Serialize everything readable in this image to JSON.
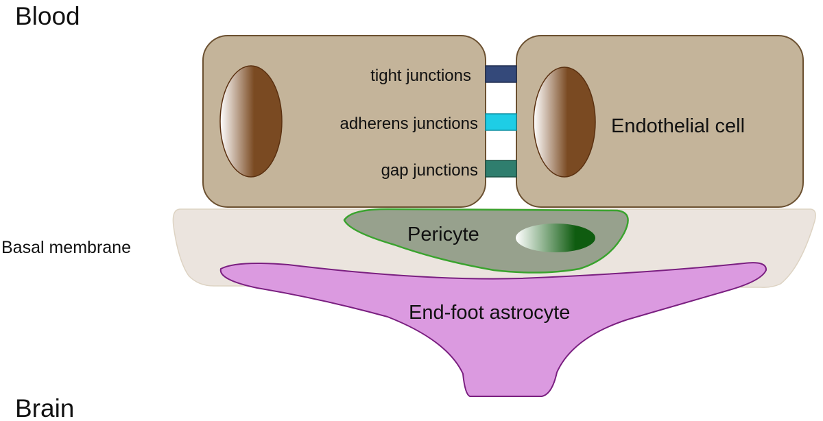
{
  "labels": {
    "blood": "Blood",
    "brain": "Brain",
    "basal_membrane": "Basal membrane",
    "tight_junctions": "tight junctions",
    "adherens_junctions": "adherens junctions",
    "gap_junctions": "gap junctions",
    "endothelial_cell": "Endothelial cell",
    "pericyte": "Pericyte",
    "astrocyte": "End-foot astrocyte"
  },
  "colors": {
    "endothelial_fill": "#c4b49a",
    "endothelial_stroke": "#6b5030",
    "nucleus_dark": "#7a4a22",
    "nucleus_light": "#ffffff",
    "basal_membrane": "#ebe4de",
    "basal_membrane_stroke": "#ddd3c3",
    "pericyte_fill": "#97a18d",
    "pericyte_stroke": "#3aa32e",
    "pericyte_nucleus": "#0f5c10",
    "astrocyte_fill": "#db9ae0",
    "astrocyte_stroke": "#7a1f80",
    "tight_junction": "#34497a",
    "adherens_junction": "#1ecde6",
    "gap_junction": "#2f7e6e"
  }
}
